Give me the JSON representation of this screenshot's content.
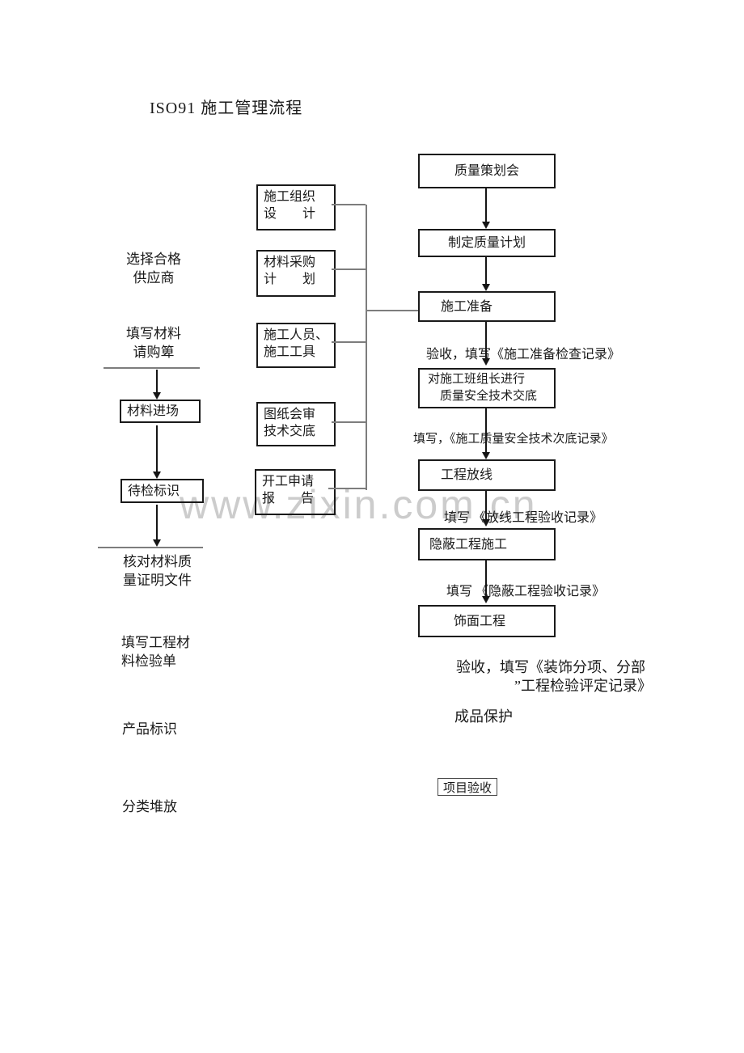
{
  "title": "ISO91 施工管理流程",
  "watermark": "www.zixin.com.cn",
  "left": {
    "select_supplier": "选择合格\n供应商",
    "fill_material_request": "填写材料\n请购箄",
    "material_entry": "材料进场",
    "wait_inspection": "待检标识",
    "check_material_cert": "核对材料质\n量证明文件",
    "fill_material_inspection": "填写工程材\n料检验单",
    "product_identification": "产品标识",
    "sort_stacking": "分类堆放"
  },
  "middle": {
    "construction_org_design": "施工组织\n设　　计",
    "material_purchase_plan": "材料采购\n计　　划",
    "personnel_tools": "施工人员、\n施工工具",
    "drawing_review": "图纸会审\n技术交底",
    "start_application": "开工申请\n报　　告"
  },
  "right": {
    "quality_planning_meeting": "质量策划会",
    "make_quality_plan": "制定质量计划",
    "construction_prep": "施工准备",
    "note_prep_check": "验收，填写《施工准备检查记录》",
    "team_leader_briefing": "对施工班组长进行\n　质量安全技术交底",
    "note_safety_record": "填写，《施工质量安全技术次底记录》",
    "layout_survey": "工程放线",
    "note_layout_record": "填写 《放线工程验收记录》",
    "hidden_works": "隐蔽工程施工",
    "note_hidden_record": "填写 《隐蔽工程验收记录》",
    "finishing_works": "饰面工程",
    "note_finish_record": "验收，填写《装饰分项、分部\n　　　　”工程检验评定记录》",
    "product_protection": "成品保护",
    "project_acceptance": "项目验收"
  }
}
